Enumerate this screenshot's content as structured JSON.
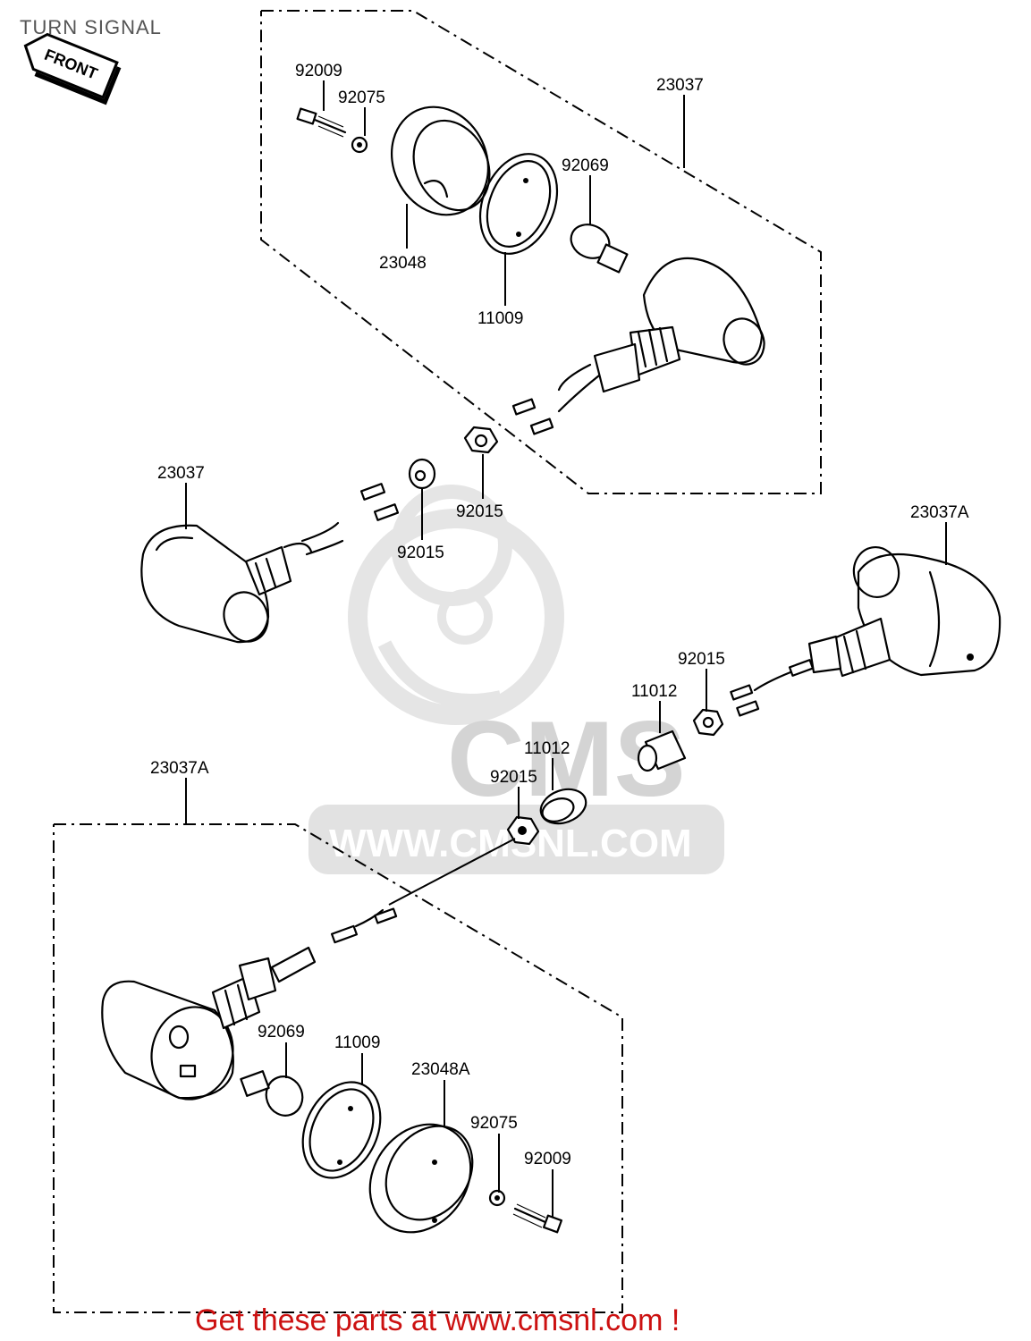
{
  "title": "TURN SIGNAL",
  "front_label": "FRONT",
  "watermark": {
    "brand": "CMS",
    "url": "WWW.CMSNL.COM"
  },
  "footer": "Get these parts at www.cmsnl.com !",
  "colors": {
    "footer": "#cc1111",
    "watermark": "#d4d4d4",
    "ink": "#000000"
  },
  "parts": {
    "top_92009": "92009",
    "top_92075": "92075",
    "top_23037": "23037",
    "top_92069": "92069",
    "top_23048": "23048",
    "top_11009": "11009",
    "mid_23037": "23037",
    "mid_92015_a": "92015",
    "mid_92015_b": "92015",
    "right_23037A": "23037A",
    "right_92015": "92015",
    "right_11012": "11012",
    "center_11012": "11012",
    "center_92015": "92015",
    "bottom_23037A": "23037A",
    "bottom_92069": "92069",
    "bottom_11009": "11009",
    "bottom_23048A": "23048A",
    "bottom_92075": "92075",
    "bottom_92009": "92009"
  }
}
